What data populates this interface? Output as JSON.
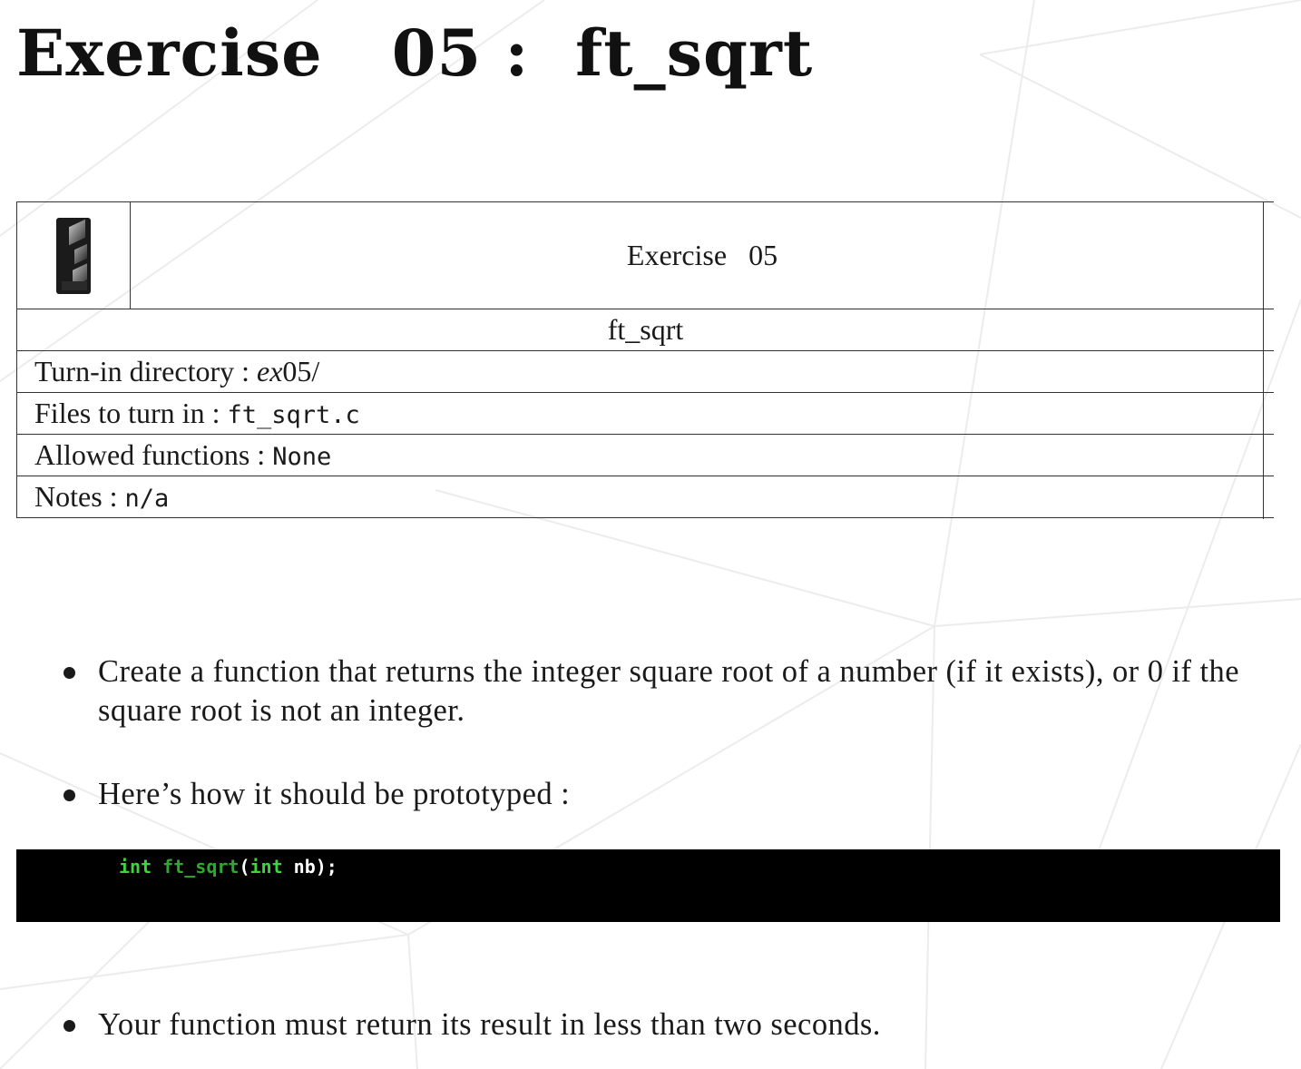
{
  "title": "Exercise   05 :  ft_sqrt",
  "header_table": {
    "exercise_label": "Exercise   05",
    "name": "ft_sqrt",
    "turn_in": {
      "label": "Turn-in directory : ",
      "value_italic": "ex",
      "value_rest": "05/"
    },
    "files": {
      "label": "Files to turn in : ",
      "value": "ft_sqrt.c"
    },
    "allowed": {
      "label": "Allowed functions : ",
      "value": "None"
    },
    "notes": {
      "label": "Notes : ",
      "value": "n/a"
    }
  },
  "bullets": [
    "Create a function that returns the integer square root of a number (if it exists), or 0 if the square root is not an integer.",
    "Here’s how it should be prototyped :",
    "Your function must return its result in less than two seconds."
  ],
  "code": {
    "type_kw": "int",
    "fn_name": "ft_sqrt",
    "paren_open": "(",
    "param_kw": "int",
    "param_rest": " nb);"
  },
  "colors": {
    "keyword": "#3bd63b",
    "function": "#2ea82e",
    "code_text": "#ffffff",
    "code_bg": "#000000",
    "background_lines": "#ececec"
  }
}
